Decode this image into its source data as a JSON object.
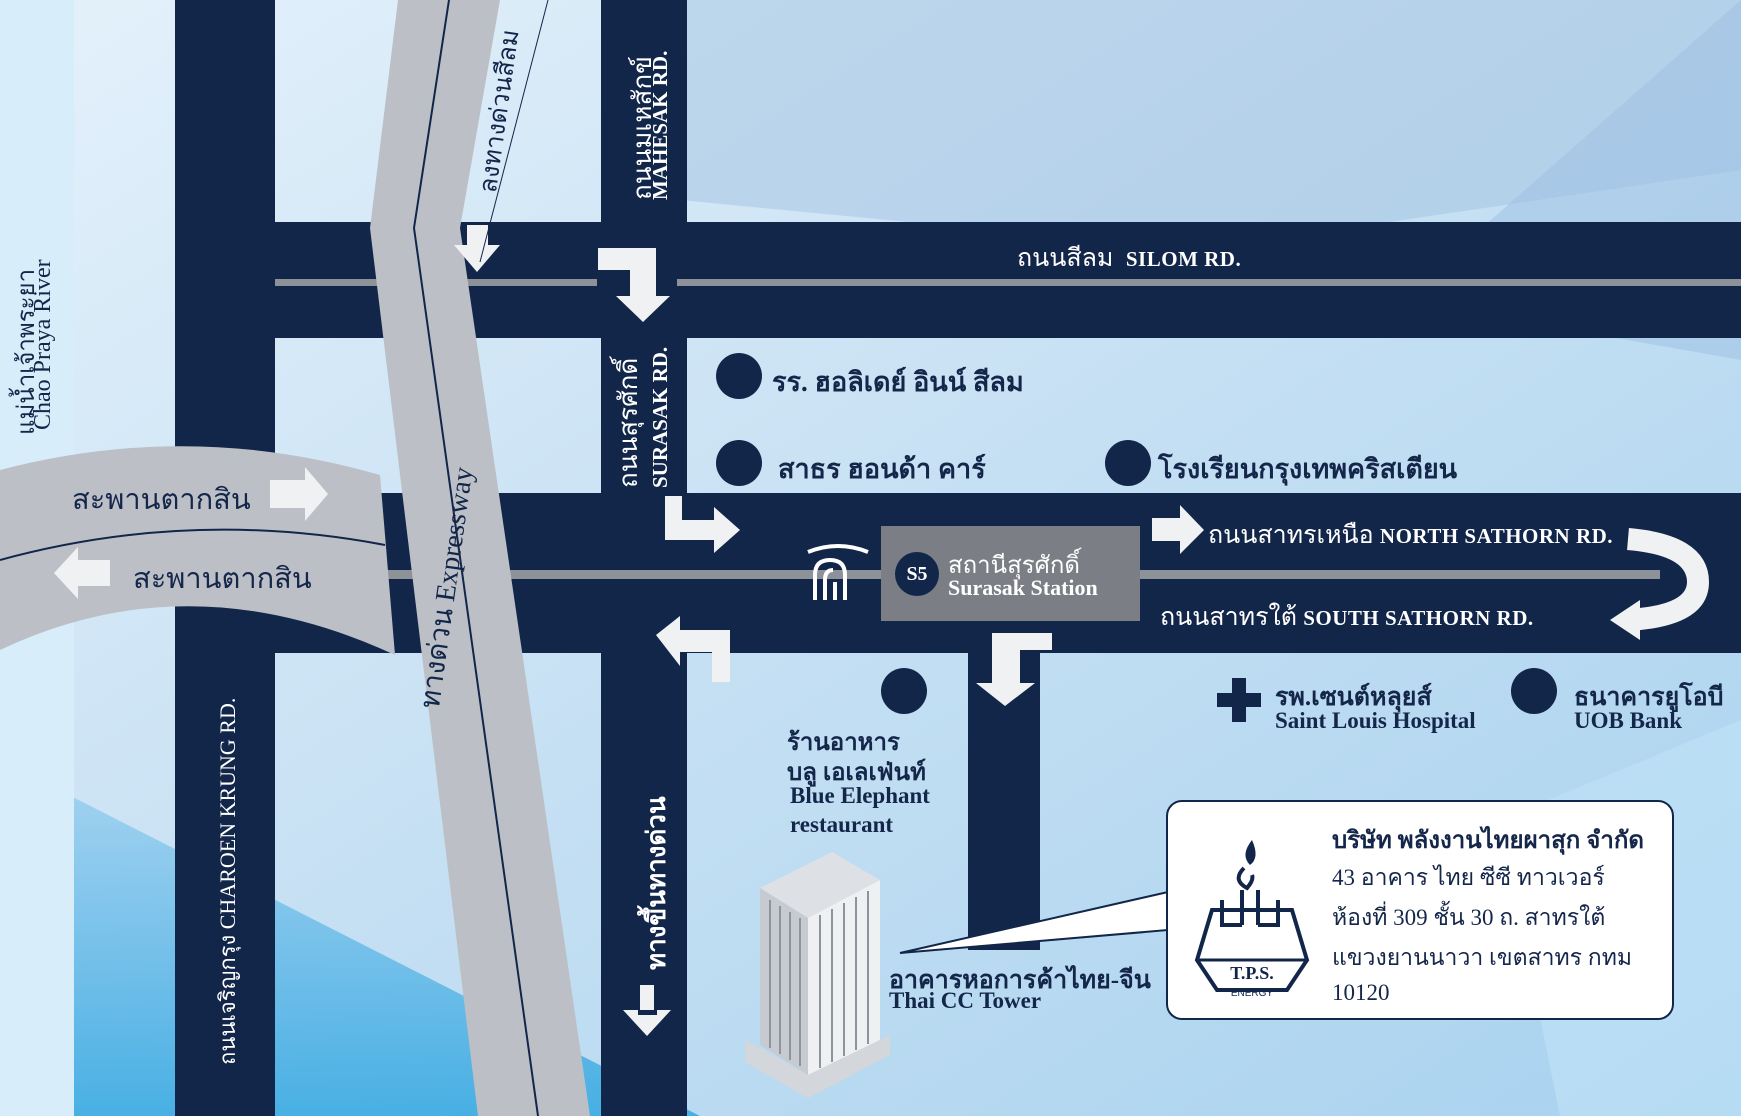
{
  "colors": {
    "road": "#12264a",
    "rail": "#8d9299",
    "expressway": "#bcc0c6",
    "arrow": "#f0f1f3",
    "river": "#d7edf9",
    "sky": "#cfe6f6"
  },
  "roads": {
    "silom": {
      "thai": "ถนนสีลม",
      "en": "SILOM RD."
    },
    "north_sathorn": {
      "thai": "ถนนสาทรเหนือ",
      "en": "NORTH SATHORN RD."
    },
    "south_sathorn": {
      "thai": "ถนนสาทรใต้",
      "en": "SOUTH SATHORN RD."
    },
    "mahesak": {
      "thai": "ถนนมเหสักข์",
      "en": "MAHESAK RD."
    },
    "surasak": {
      "thai": "ถนนสุรศักดิ์",
      "en": "SURASAK RD."
    },
    "charoen_krung": {
      "text": "ถนนเจริญกรุง CHAROEN KRUNG RD."
    },
    "expressway": {
      "text": "ทางด่วน Expressway"
    },
    "expressway_exit": {
      "text": "ลงทางด่วนสีลม"
    },
    "expressway_entry": {
      "text": "ทางขึ้นทางด่วน"
    }
  },
  "river": {
    "thai": "แม่น้ำเจ้าพระยา",
    "en": "Chao Praya River"
  },
  "bridge": {
    "top_label": "สะพานตากสิน",
    "bottom_label": "สะพานตากสิน"
  },
  "station": {
    "code": "S5",
    "thai": "สถานีสุรศักดิ์",
    "en": "Surasak Station"
  },
  "pois": {
    "holiday_inn": {
      "label": "รร. ฮอลิเดย์ อินน์ สีลม"
    },
    "honda": {
      "label": "สาธร ฮอนด้า คาร์"
    },
    "bangkok_christian": {
      "label": "โรงเรียนกรุงเทพคริสเตียน"
    },
    "blue_elephant": {
      "lines": [
        "ร้านอาหาร",
        "บลู เอเลเฟ่นท์",
        "Blue Elephant",
        "restaurant"
      ]
    },
    "saint_louis": {
      "thai": "รพ.เซนต์หลุยส์",
      "en": "Saint Louis Hospital"
    },
    "uob": {
      "thai": "ธนาคารยูโอบี",
      "en": "UOB Bank"
    },
    "thai_cc": {
      "thai": "อาคารหอการค้าไทย-จีน",
      "en": "Thai CC Tower"
    }
  },
  "company": {
    "name": "บริษัท พลังงานไทยผาสุก จำกัด",
    "address_lines": [
      "43 อาคาร ไทย ซีซี ทาวเวอร์",
      "ห้องที่ 309 ชั้น 30 ถ. สาทรใต้",
      "แขวงยานนาวา เขตสาทร กทม",
      "10120"
    ],
    "logo_text": "T.P.S.",
    "logo_subtext": "ENERGY"
  }
}
